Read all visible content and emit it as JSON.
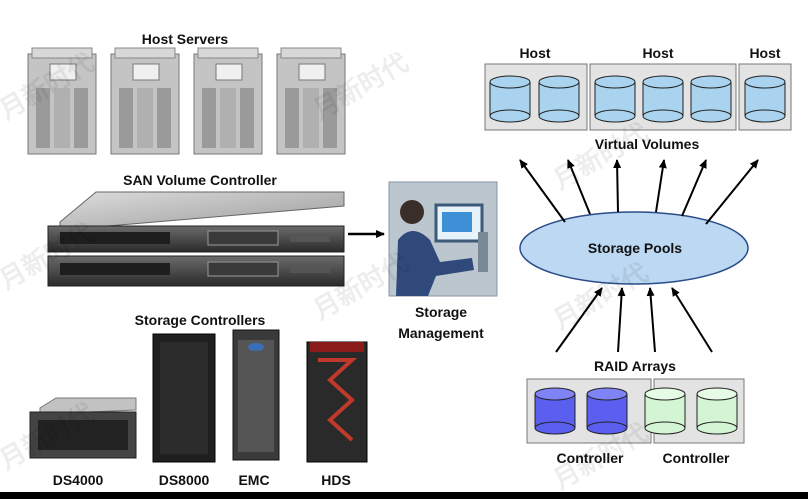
{
  "left": {
    "host_servers_label": "Host Servers",
    "svc_label": "SAN Volume Controller",
    "storage_controllers_label": "Storage Controllers",
    "controllers": [
      "DS4000",
      "DS8000",
      "EMC",
      "HDS"
    ]
  },
  "middle": {
    "management_line1": "Storage",
    "management_line2": "Management"
  },
  "right": {
    "hosts": [
      "Host",
      "Host",
      "Host"
    ],
    "virtual_volumes_label": "Virtual Volumes",
    "storage_pools_label": "Storage Pools",
    "raid_arrays_label": "RAID Arrays",
    "raid_controllers": [
      "Controller",
      "Controller"
    ]
  },
  "watermark": "月新时代",
  "colors": {
    "volume_fill": "#a9d3ee",
    "pool_fill": "#bcd8f2",
    "raid_blue": "#5b5ff0",
    "raid_green": "#d3f5d3",
    "panel_fill": "#e3e3e3",
    "server_body": "#c4c4c4"
  }
}
